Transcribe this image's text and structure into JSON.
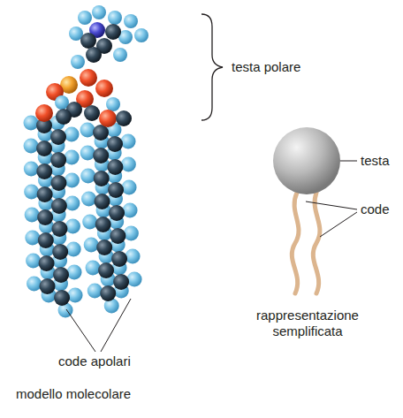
{
  "diagram": {
    "labels": [
      "testa polare",
      "testa",
      "code",
      "rappresentazione semplificata",
      "code apolari",
      "modello molecolare"
    ]
  }
}
